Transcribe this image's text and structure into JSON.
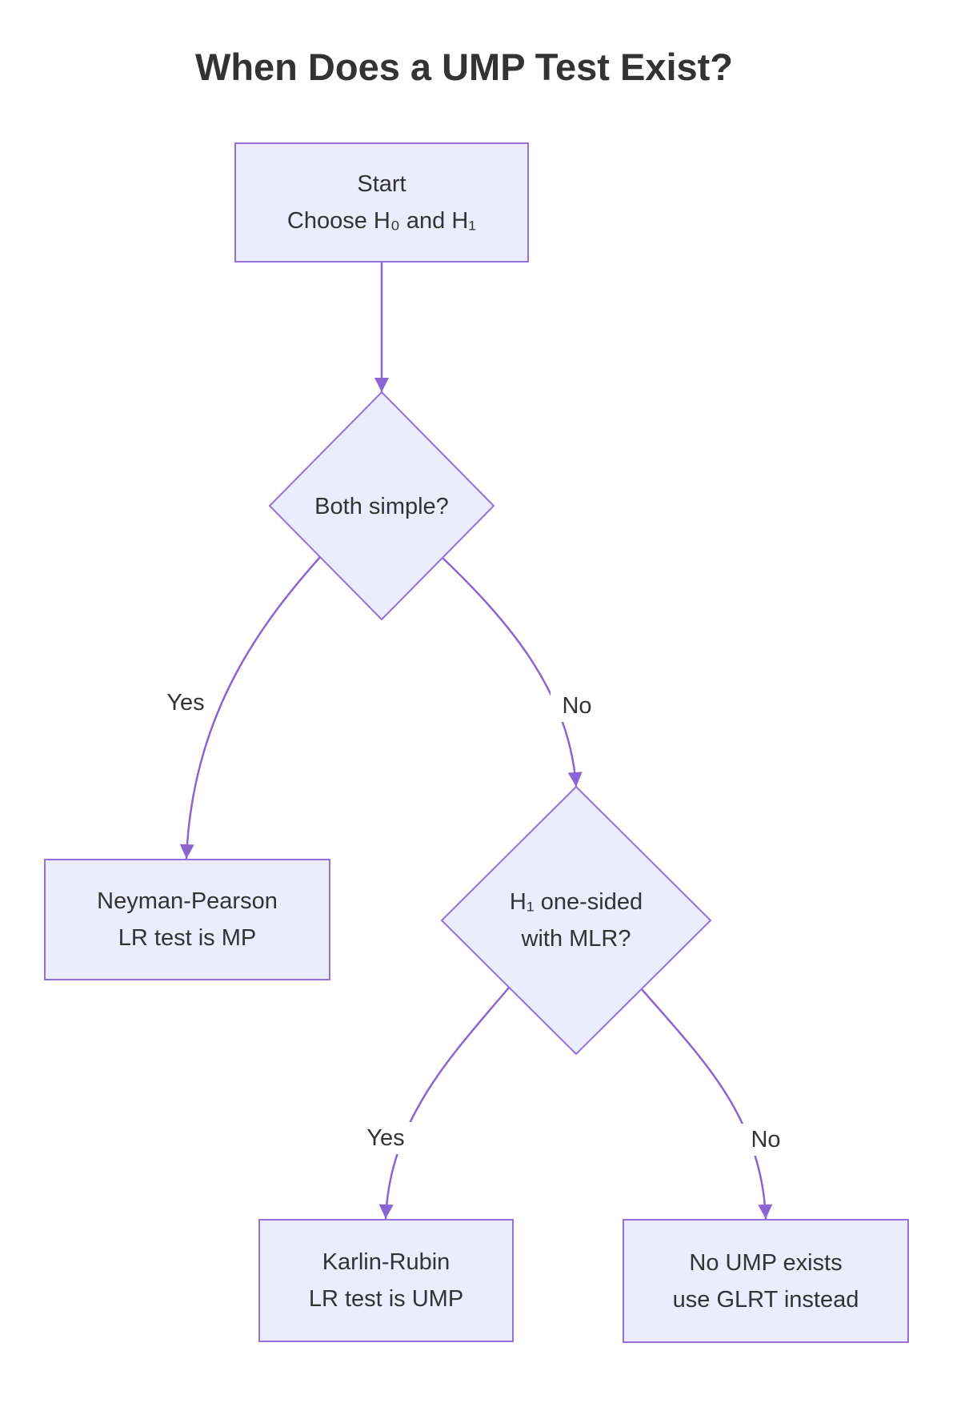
{
  "title": "When Does a UMP Test Exist?",
  "colors": {
    "node_fill": "#ECECFF",
    "node_border": "#9370DB",
    "edge_stroke": "#8C64D2",
    "text": "#333333",
    "background": "#FFFFFF"
  },
  "nodes": {
    "start": {
      "type": "rectangle",
      "lines": [
        "Start",
        "Choose H₀ and H₁"
      ]
    },
    "both_simple": {
      "type": "decision-diamond",
      "lines": [
        "Both simple?"
      ]
    },
    "neyman_pearson": {
      "type": "rectangle",
      "lines": [
        "Neyman-Pearson",
        "LR test is MP"
      ]
    },
    "one_sided_mlr": {
      "type": "decision-diamond",
      "lines": [
        "H₁ one-sided",
        "with MLR?"
      ]
    },
    "karlin_rubin": {
      "type": "rectangle",
      "lines": [
        "Karlin-Rubin",
        "LR test is UMP"
      ]
    },
    "no_ump": {
      "type": "rectangle",
      "lines": [
        "No UMP exists",
        "use GLRT instead"
      ]
    }
  },
  "edges": [
    {
      "from": "start",
      "to": "both_simple",
      "label": ""
    },
    {
      "from": "both_simple",
      "to": "neyman_pearson",
      "label": "Yes"
    },
    {
      "from": "both_simple",
      "to": "one_sided_mlr",
      "label": "No"
    },
    {
      "from": "one_sided_mlr",
      "to": "karlin_rubin",
      "label": "Yes"
    },
    {
      "from": "one_sided_mlr",
      "to": "no_ump",
      "label": "No"
    }
  ]
}
